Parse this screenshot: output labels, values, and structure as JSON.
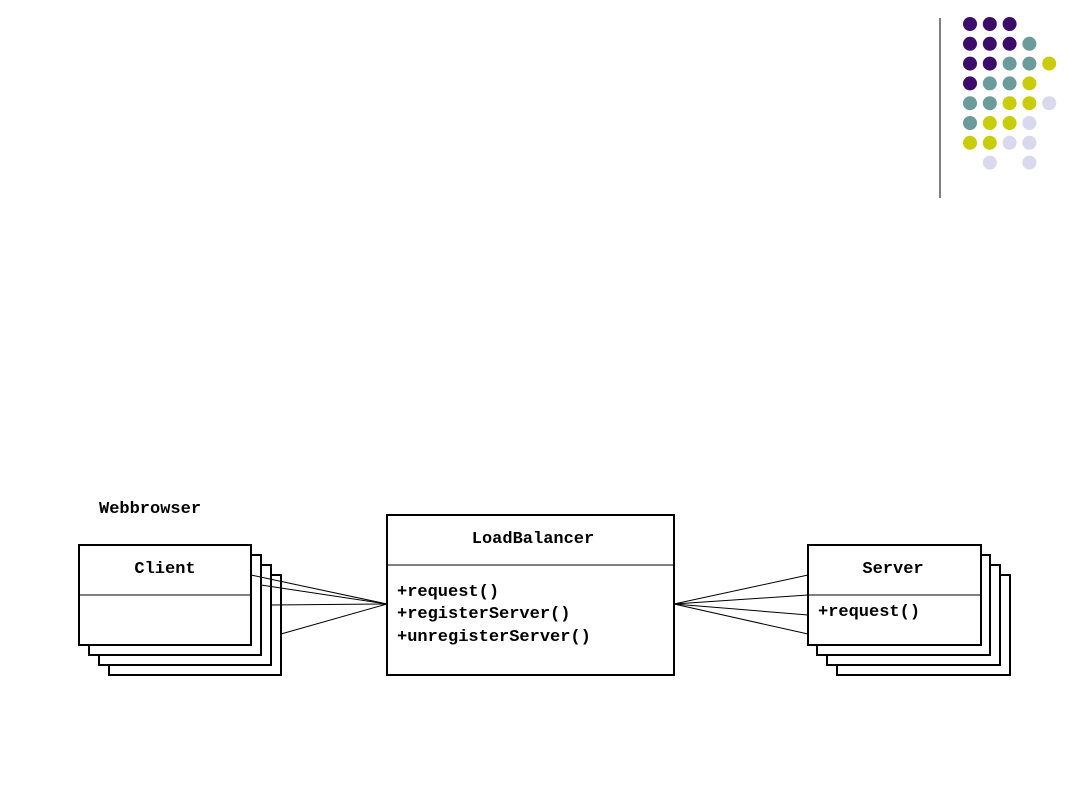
{
  "palette": {
    "purple": "#3b0c6a",
    "teal": "#6b9b9a",
    "yellow": "#c9cc0a",
    "lavender": "#d9d8ec"
  },
  "diagram": {
    "group_label": "Webbrowser",
    "client": {
      "name": "Client",
      "operations": []
    },
    "load_balancer": {
      "name": "LoadBalancer",
      "operations": [
        "+request()",
        "+registerServer()",
        "+unregisterServer()"
      ]
    },
    "server": {
      "name": "Server",
      "operations": [
        "+request()"
      ]
    }
  }
}
